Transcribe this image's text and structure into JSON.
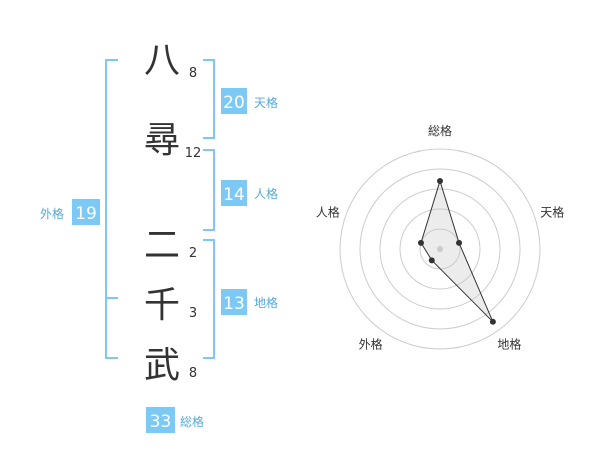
{
  "name_chars": [
    {
      "char": "八",
      "strokes": "8"
    },
    {
      "char": "尋",
      "strokes": "12"
    },
    {
      "char": "二",
      "strokes": "2"
    },
    {
      "char": "千",
      "strokes": "3"
    },
    {
      "char": "武",
      "strokes": "8"
    }
  ],
  "tenkaku": {
    "value": "20",
    "label": "天格"
  },
  "jinkaku": {
    "value": "14",
    "label": "人格"
  },
  "chikaku": {
    "value": "13",
    "label": "地格"
  },
  "gaikaku": {
    "value": "19",
    "label": "外格"
  },
  "soukaku": {
    "value": "33",
    "label": "総格"
  },
  "colors": {
    "accent": "#7dc9f5",
    "label_text": "#55aadd",
    "text": "#333333",
    "ring": "#cccccc"
  },
  "chart_data": {
    "type": "radar",
    "axes": [
      "総格",
      "天格",
      "地格",
      "外格",
      "人格"
    ],
    "values": [
      3.4,
      1.0,
      4.5,
      0.7,
      1.0
    ],
    "max": 5,
    "rings": 5
  }
}
